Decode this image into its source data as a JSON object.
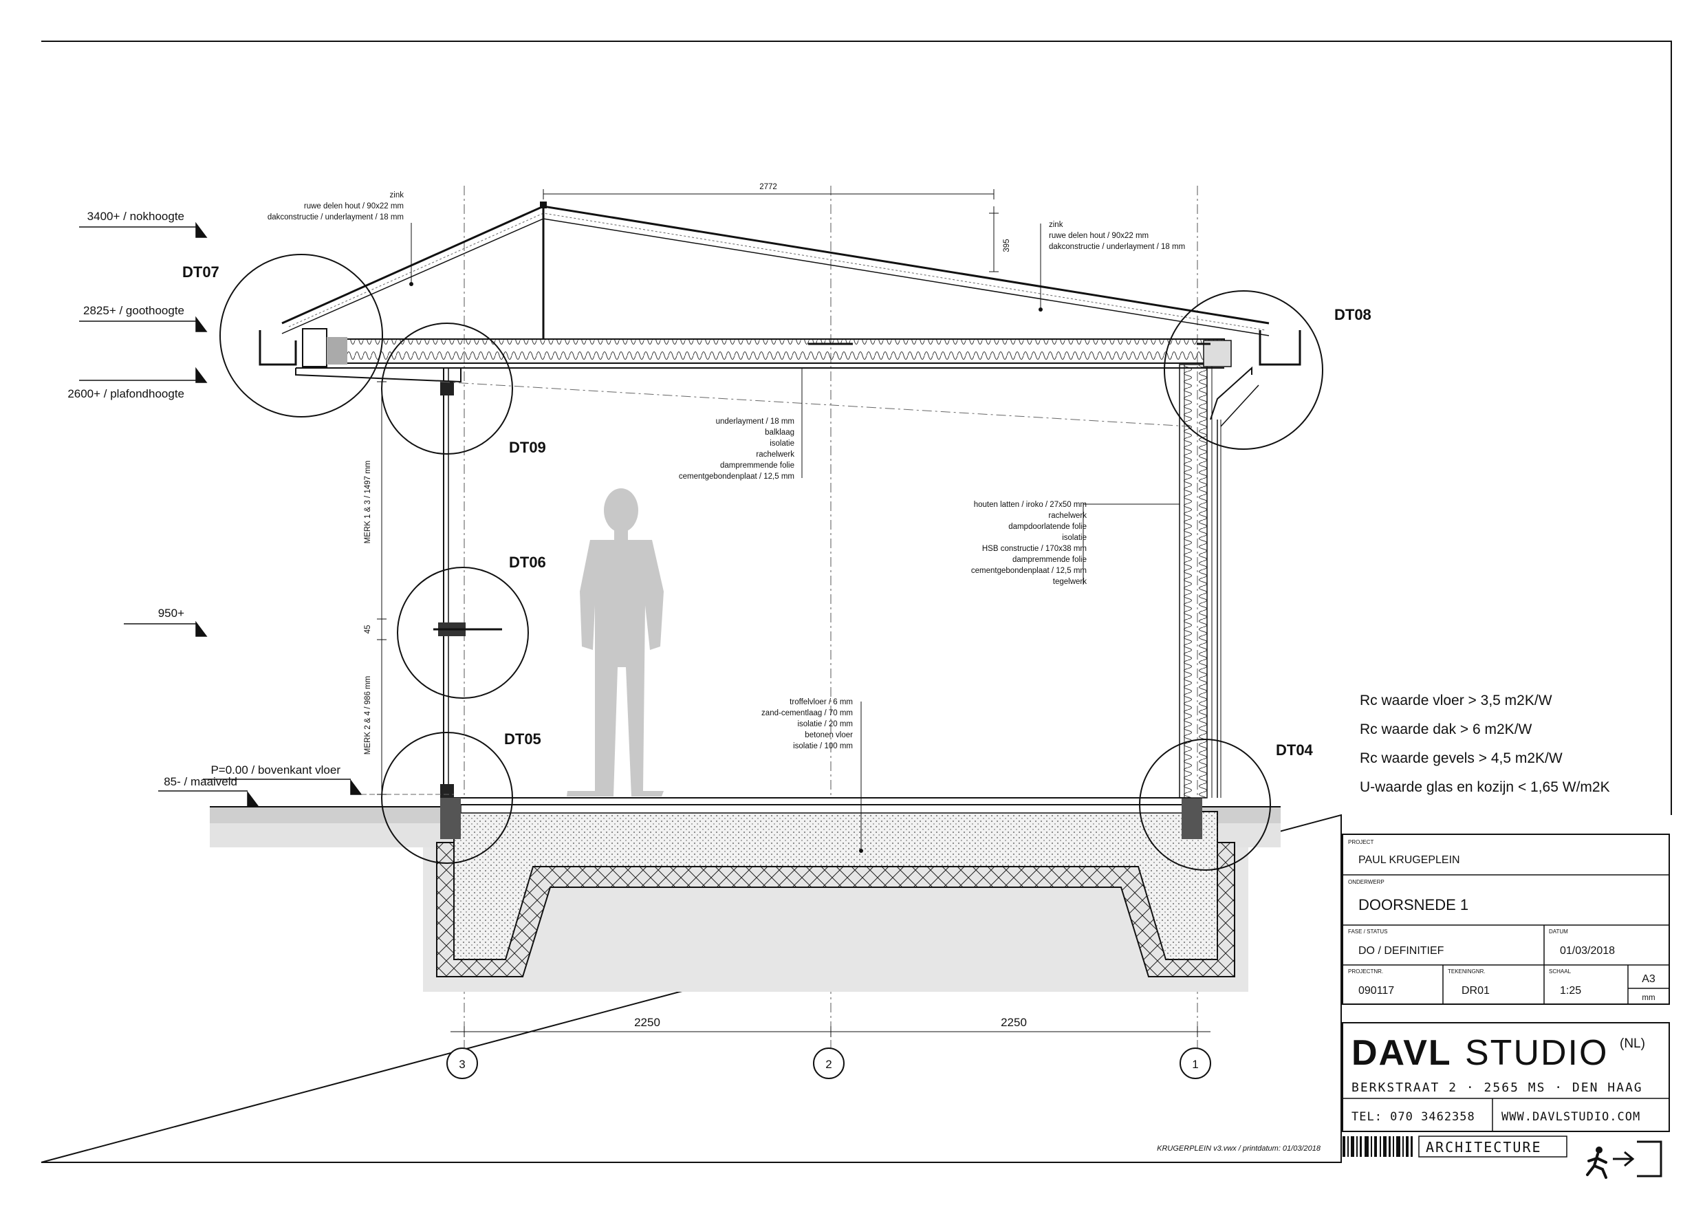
{
  "roof_annotations": {
    "left": [
      "zink",
      "ruwe delen hout / 90x22 mm",
      "dakconstructie / underlayment / 18 mm"
    ],
    "right": [
      "zink",
      "ruwe delen hout / 90x22 mm",
      "dakconstructie / underlayment / 18 mm"
    ]
  },
  "ceiling_annotations": [
    "underlayment / 18 mm",
    "balklaag",
    "isolatie",
    "rachelwerk",
    "dampremmende folie",
    "cementgebondenplaat / 12,5 mm"
  ],
  "wall_annotations": [
    "houten latten / iroko / 27x50 mm",
    "rachelwerk",
    "dampdoorlatende folie",
    "isolatie",
    "HSB constructie / 170x38 mm",
    "dampremmende folie",
    "cementgebondenplaat / 12,5 mm",
    "tegelwerk"
  ],
  "floor_annotations": [
    "troffelvloer / 6 mm",
    "zand-cementlaag / 70 mm",
    "isolatie / 20 mm",
    "betonen vloer",
    "isolatie / 100 mm"
  ],
  "levels": {
    "nokhoogte": "3400+ / nokhoogte",
    "goothoogte": "2825+ / goothoogte",
    "plafondhoogte": "2600+ / plafondhoogte",
    "l950": "950+",
    "vloer": "P=0.00 / bovenkant vloer",
    "maaiveld": "85- / maaiveld"
  },
  "details": {
    "dt07": "DT07",
    "dt09": "DT09",
    "dt06": "DT06",
    "dt05": "DT05",
    "dt08": "DT08",
    "dt04": "DT04"
  },
  "dimensions": {
    "top": "2772",
    "height": "395",
    "merk_top": "MERK 1 & 3 / 1497 mm",
    "merk_mid": "45",
    "merk_bottom": "MERK 2 & 4 / 986 mm",
    "span_left": "2250",
    "span_right": "2250"
  },
  "grid_labels": {
    "g3": "3",
    "g2": "2",
    "g1": "1"
  },
  "rc_values": {
    "vloer": "Rc waarde vloer > 3,5 m2K/W",
    "dak": "Rc waarde dak > 6  m2K/W",
    "gevels": "Rc waarde gevels >  4,5 m2K/W",
    "glas": "U-waarde glas en kozijn < 1,65 W/m2K"
  },
  "title_block": {
    "project_label": "PROJECT",
    "project": "PAUL KRUGEPLEIN",
    "subject_label": "ONDERWERP",
    "subject": "DOORSNEDE 1",
    "phase_label": "FASE / STATUS",
    "phase": "DO / DEFINITIEF",
    "date_label": "DATUM",
    "date": "01/03/2018",
    "projnr_label": "PROJECTNR.",
    "projnr": "090117",
    "drawnr_label": "TEKENINGNR.",
    "drawnr": "DR01",
    "scale_label": "SCHAAL",
    "scale": "1:25",
    "paper": "A3",
    "unit": "mm"
  },
  "studio": {
    "name_bold": "DAVL",
    "name_light": "STUDIO",
    "country": "(NL)",
    "address": "BERKSTRAAT 2 · 2565 MS · DEN HAAG",
    "phone": "TEL: 070 3462358",
    "web": "WWW.DAVLSTUDIO.COM",
    "tagline": "ARCHITECTURE"
  },
  "footer": "KRUGERPLEIN v3.vwx  /  printdatum:  01/03/2018",
  "colors": {
    "line": "#111111",
    "ground": "#d9d9d9",
    "figure": "#c8c8c8"
  }
}
